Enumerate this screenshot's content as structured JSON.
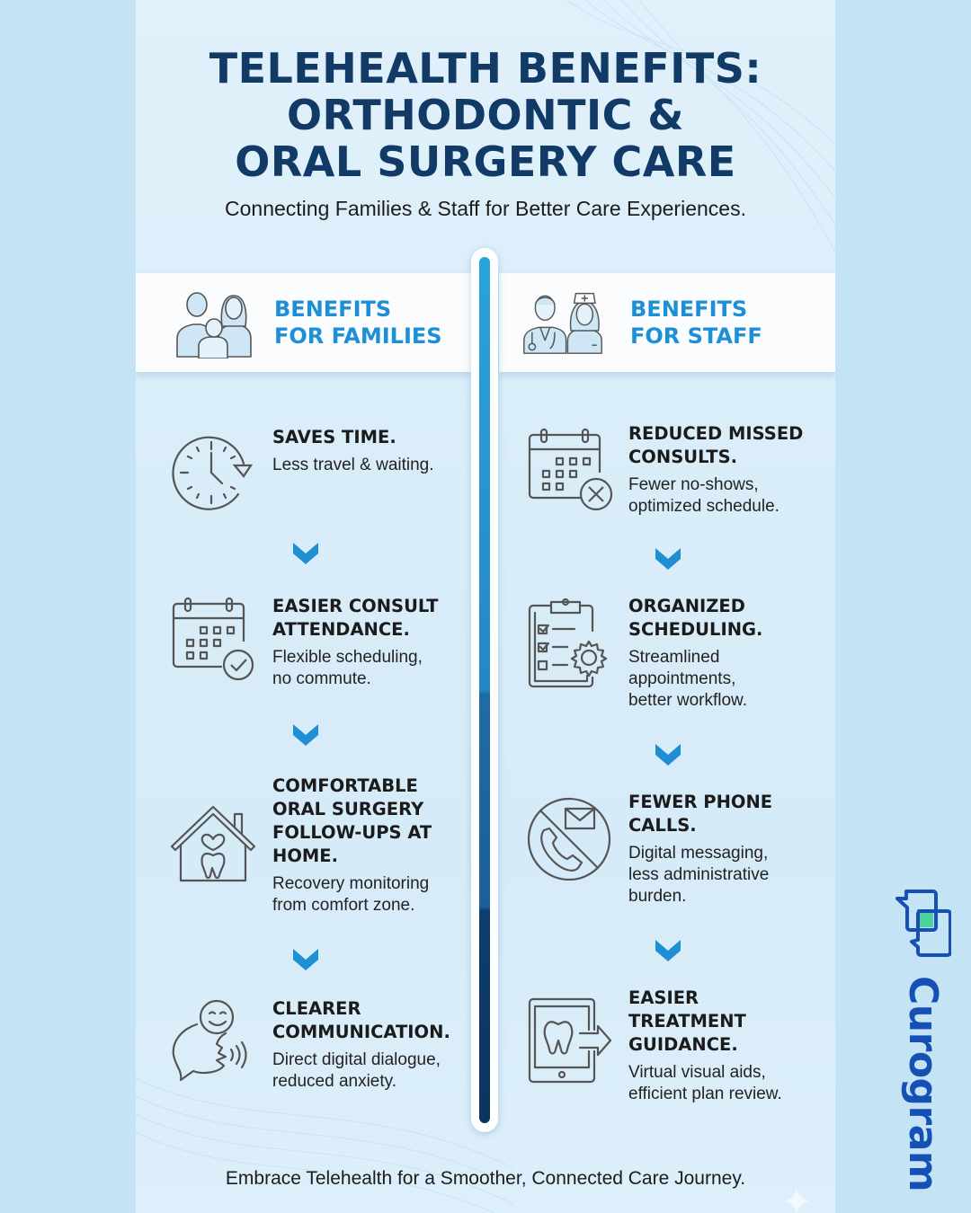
{
  "title": {
    "lines": [
      "TELEHEALTH BENEFITS:",
      "ORTHODONTIC &",
      "ORAL SURGERY CARE"
    ],
    "subtitle": "Connecting Families & Staff for Better Care Experiences."
  },
  "columns": {
    "families": {
      "header": [
        "BENEFITS",
        "FOR FAMILIES"
      ],
      "header_icon": "family-icon",
      "items": [
        {
          "icon": "clock-icon",
          "title": [
            "SAVES TIME."
          ],
          "desc": [
            "Less travel & waiting."
          ]
        },
        {
          "icon": "calendar-check-icon",
          "title": [
            "EASIER CONSULT",
            "ATTENDANCE."
          ],
          "desc": [
            "Flexible scheduling,",
            "no commute."
          ]
        },
        {
          "icon": "house-tooth-icon",
          "title": [
            "COMFORTABLE",
            "ORAL SURGERY",
            "FOLLOW-UPS AT",
            "HOME."
          ],
          "desc": [
            "Recovery monitoring",
            "from comfort zone."
          ]
        },
        {
          "icon": "speech-bubble-smile-icon",
          "title": [
            "CLEARER",
            "COMMUNICATION."
          ],
          "desc": [
            "Direct digital dialogue,",
            "reduced anxiety."
          ]
        }
      ]
    },
    "staff": {
      "header": [
        "BENEFITS",
        "FOR STAFF"
      ],
      "header_icon": "doctor-nurse-icon",
      "items": [
        {
          "icon": "calendar-x-icon",
          "title": [
            "REDUCED MISSED",
            "CONSULTS."
          ],
          "desc": [
            "Fewer no-shows,",
            "optimized schedule."
          ]
        },
        {
          "icon": "clipboard-gear-icon",
          "title": [
            "ORGANIZED",
            "SCHEDULING."
          ],
          "desc": [
            "Streamlined",
            "appointments,",
            "better workflow."
          ]
        },
        {
          "icon": "no-phone-mail-icon",
          "title": [
            "FEWER PHONE",
            "CALLS."
          ],
          "desc": [
            "Digital messaging,",
            "less administrative",
            "burden."
          ]
        },
        {
          "icon": "tablet-tooth-icon",
          "title": [
            "EASIER",
            "TREATMENT",
            "GUIDANCE."
          ],
          "desc": [
            "Virtual visual aids,",
            "efficient plan review."
          ]
        }
      ]
    }
  },
  "footer": "Embrace Telehealth for a Smoother, Connected Care Journey.",
  "brand": {
    "name": "Curogram"
  },
  "colors": {
    "outer_bg": "#c4e3f5",
    "title": "#123a66",
    "header_accent": "#1d8fd6",
    "chevron": "#1f8fd4",
    "brand": "#1550b4",
    "brand_accent": "#4fd39a",
    "icon_stroke": "#555555"
  }
}
